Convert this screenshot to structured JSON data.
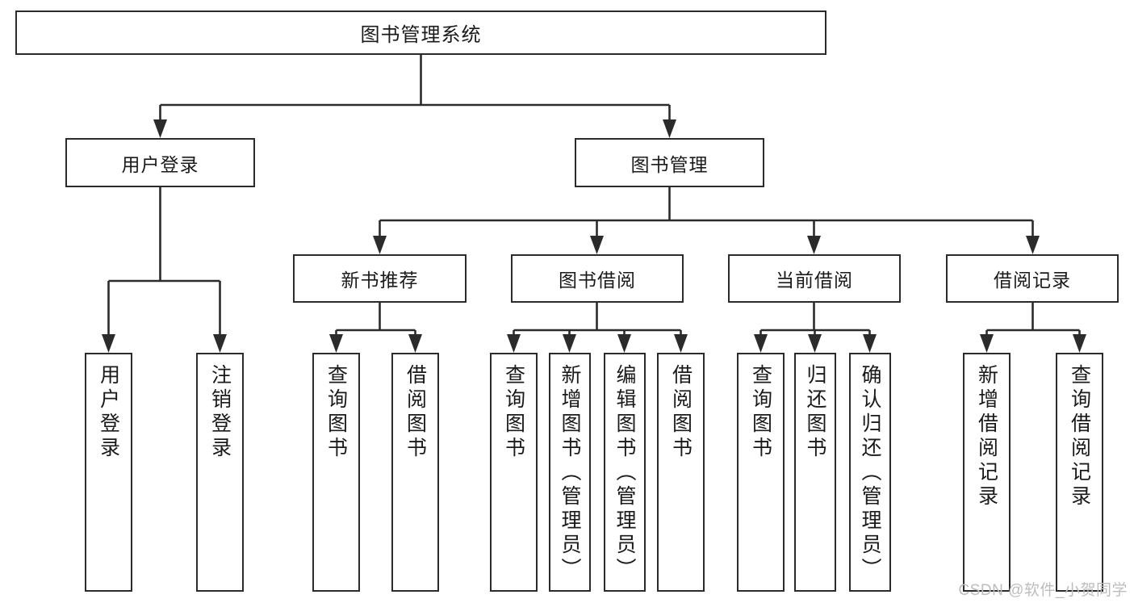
{
  "diagram": {
    "type": "tree-hierarchy",
    "title": "图书管理系统",
    "watermark": "CSDN @软件_小贺同学",
    "colors": {
      "stroke": "#2b2b2b",
      "fill": "#ffffff",
      "text": "#1a1a1a",
      "watermark": "#bdbdbd"
    },
    "nodes": {
      "root": {
        "label": "图书管理系统"
      },
      "level2": [
        {
          "label": "用户登录"
        },
        {
          "label": "图书管理"
        }
      ],
      "level3": [
        {
          "label": "新书推荐"
        },
        {
          "label": "图书借阅"
        },
        {
          "label": "当前借阅"
        },
        {
          "label": "借阅记录"
        }
      ],
      "leaves": [
        {
          "label": "用户登录",
          "parent": "用户登录"
        },
        {
          "label": "注销登录",
          "parent": "用户登录"
        },
        {
          "label": "查询图书",
          "parent": "新书推荐"
        },
        {
          "label": "借阅图书",
          "parent": "新书推荐"
        },
        {
          "label": "查询图书",
          "parent": "图书借阅"
        },
        {
          "label": "新增图书（管理员）",
          "parent": "图书借阅"
        },
        {
          "label": "编辑图书（管理员）",
          "parent": "图书借阅"
        },
        {
          "label": "借阅图书",
          "parent": "图书借阅"
        },
        {
          "label": "查询图书",
          "parent": "当前借阅"
        },
        {
          "label": "归还图书",
          "parent": "当前借阅"
        },
        {
          "label": "确认归还（管理员）",
          "parent": "当前借阅"
        },
        {
          "label": "新增借阅记录",
          "parent": "借阅记录"
        },
        {
          "label": "查询借阅记录",
          "parent": "借阅记录"
        }
      ]
    }
  }
}
